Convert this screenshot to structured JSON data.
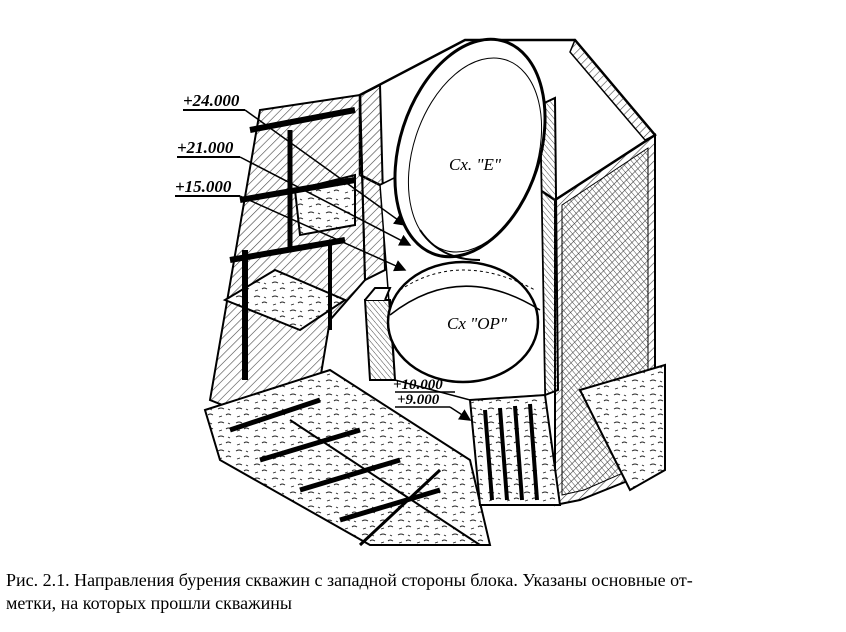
{
  "figure": {
    "elevation_labels": [
      "+24.000",
      "+21.000",
      "+15.000",
      "+10.000",
      "+9.000"
    ],
    "vessel_top": "Сх. \"Е\"",
    "vessel_bottom": "Сх \"ОР\""
  },
  "caption": {
    "line1": "Рис. 2.1. Направления бурения скважин с западной стороны блока. Указаны основные от-",
    "line2": "метки, на которых прошли скважины"
  },
  "colors": {
    "ink": "#000000",
    "paper": "#ffffff",
    "hatch": "#555555"
  }
}
